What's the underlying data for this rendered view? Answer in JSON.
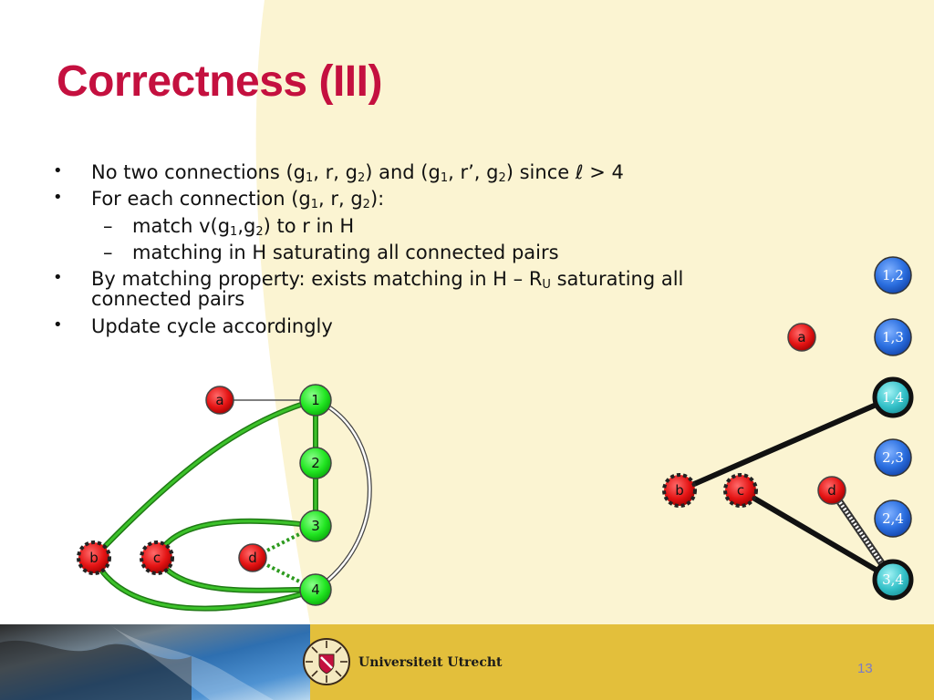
{
  "slide": {
    "title": "Correctness (III)",
    "page_number": "13",
    "university": "Universiteit Utrecht"
  },
  "bullets": [
    {
      "level": 1,
      "parts": [
        {
          "t": "No two connections (g"
        },
        {
          "s": "1"
        },
        {
          "t": ", r, g"
        },
        {
          "s": "2"
        },
        {
          "t": ") and (g"
        },
        {
          "s": "1"
        },
        {
          "t": ", r’, g"
        },
        {
          "s": "2"
        },
        {
          "t": ") since "
        },
        {
          "i": "ℓ"
        },
        {
          "t": " > 4"
        }
      ]
    },
    {
      "level": 1,
      "parts": [
        {
          "t": "For each connection (g"
        },
        {
          "s": "1"
        },
        {
          "t": ", r, g"
        },
        {
          "s": "2"
        },
        {
          "t": "):"
        }
      ]
    },
    {
      "level": 2,
      "parts": [
        {
          "t": "match v(g"
        },
        {
          "s": "1"
        },
        {
          "t": ",g"
        },
        {
          "s": "2"
        },
        {
          "t": ") to r in H"
        }
      ]
    },
    {
      "level": 2,
      "parts": [
        {
          "t": "matching in H saturating all connected pairs"
        }
      ]
    },
    {
      "level": 1,
      "parts": [
        {
          "t": "By matching property: exists matching in H – R"
        },
        {
          "s": "U"
        },
        {
          "t": " saturating all connected pairs"
        }
      ]
    },
    {
      "level": 1,
      "parts": [
        {
          "t": "Update cycle accordingly"
        }
      ]
    }
  ],
  "left_graph": {
    "nodes": [
      {
        "id": "a",
        "label": "a",
        "kind": "red"
      },
      {
        "id": "1",
        "label": "1",
        "kind": "green"
      },
      {
        "id": "2",
        "label": "2",
        "kind": "green"
      },
      {
        "id": "3",
        "label": "3",
        "kind": "green"
      },
      {
        "id": "4",
        "label": "4",
        "kind": "green"
      },
      {
        "id": "b",
        "label": "b",
        "kind": "red-dashed"
      },
      {
        "id": "c",
        "label": "c",
        "kind": "red-dashed"
      },
      {
        "id": "d",
        "label": "d",
        "kind": "red"
      }
    ],
    "edges": [
      {
        "from": "a",
        "to": "1",
        "style": "thin-gray"
      },
      {
        "from": "1",
        "to": "2",
        "style": "green"
      },
      {
        "from": "2",
        "to": "3",
        "style": "green"
      },
      {
        "from": "1",
        "to": "4",
        "style": "outline-white"
      },
      {
        "from": "1",
        "to": "b",
        "style": "green"
      },
      {
        "from": "3",
        "to": "c",
        "style": "green"
      },
      {
        "from": "c",
        "to": "4",
        "style": "green"
      },
      {
        "from": "b",
        "to": "4",
        "style": "green"
      },
      {
        "from": "d",
        "to": "3",
        "style": "dotted"
      },
      {
        "from": "d",
        "to": "4",
        "style": "dotted"
      }
    ]
  },
  "right_graph": {
    "nodes": [
      {
        "id": "a",
        "label": "a",
        "kind": "red"
      },
      {
        "id": "b",
        "label": "b",
        "kind": "red-dashed"
      },
      {
        "id": "c",
        "label": "c",
        "kind": "red-dashed"
      },
      {
        "id": "d",
        "label": "d",
        "kind": "red"
      },
      {
        "id": "12",
        "label": "1,2",
        "kind": "blue"
      },
      {
        "id": "13",
        "label": "1,3",
        "kind": "blue"
      },
      {
        "id": "14",
        "label": "1,4",
        "kind": "teal-bold"
      },
      {
        "id": "23",
        "label": "2,3",
        "kind": "blue"
      },
      {
        "id": "24",
        "label": "2,4",
        "kind": "blue"
      },
      {
        "id": "34",
        "label": "3,4",
        "kind": "teal-bold"
      }
    ],
    "edges": [
      {
        "from": "b",
        "to": "14",
        "style": "black-thick"
      },
      {
        "from": "c",
        "to": "34",
        "style": "black-thick"
      },
      {
        "from": "d",
        "to": "34",
        "style": "dotted-white"
      }
    ]
  },
  "colors": {
    "title": "#c4103f",
    "cream": "#fbf4d2",
    "gold": "#e3bf3b",
    "node_red": "#e41414",
    "node_green": "#22e622",
    "edge_green": "#2d9a1e",
    "node_blue": "#2b6fe0",
    "node_teal": "#33c0c8"
  }
}
